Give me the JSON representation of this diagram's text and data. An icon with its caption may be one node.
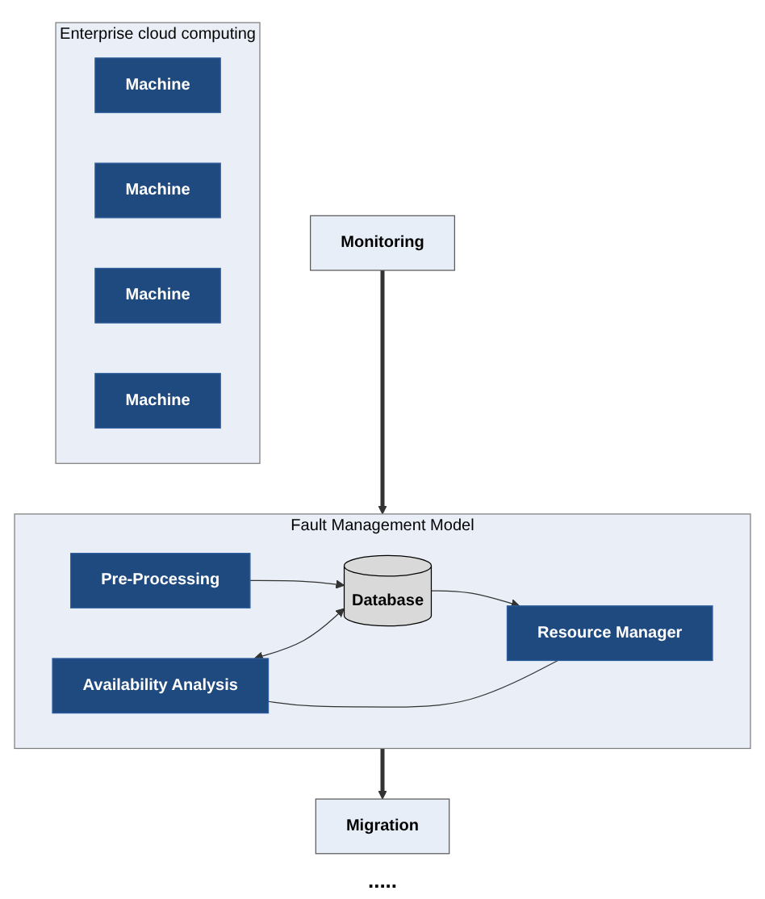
{
  "diagram": {
    "nodes": [
      {
        "text": [
          "Fault Management Model"
        ]
      },
      {
        "text": [
          "Database"
        ],
        "in": 0
      },
      {
        "text": [
          "Pre-Processing"
        ],
        "in": 0
      },
      {
        "text": [
          "Availability Analysis"
        ],
        "in": 0
      },
      {
        "text": [
          "Resource Manager"
        ],
        "in": 0
      },
      {
        "text": [
          "Monitoring"
        ]
      },
      {
        "text": [
          "Migration"
        ]
      },
      {
        "text": [
          "Enterprise cloud computing"
        ]
      },
      {
        "text": [
          "Machine"
        ],
        "in": 7
      },
      {
        "text": [
          "Machine"
        ],
        "in": 7
      },
      {
        "text": [
          "Machine"
        ],
        "in": 7
      },
      {
        "text": [
          "Machine"
        ],
        "in": 7
      }
    ],
    "edges": [
      {
        "from": 2,
        "to": 1,
        "arrow": "to"
      },
      {
        "from": 1,
        "to": 4,
        "arrow": "to"
      },
      {
        "from": 3,
        "to": 1,
        "arrow": "both"
      },
      {
        "from": 3,
        "to": 4,
        "arrow": "none"
      },
      {
        "from": 5,
        "to": 0,
        "arrow": "to",
        "style": "thick"
      },
      {
        "from": 0,
        "to": 6,
        "arrow": "to",
        "style": "thick"
      }
    ],
    "labels": [
      "....."
    ]
  }
}
